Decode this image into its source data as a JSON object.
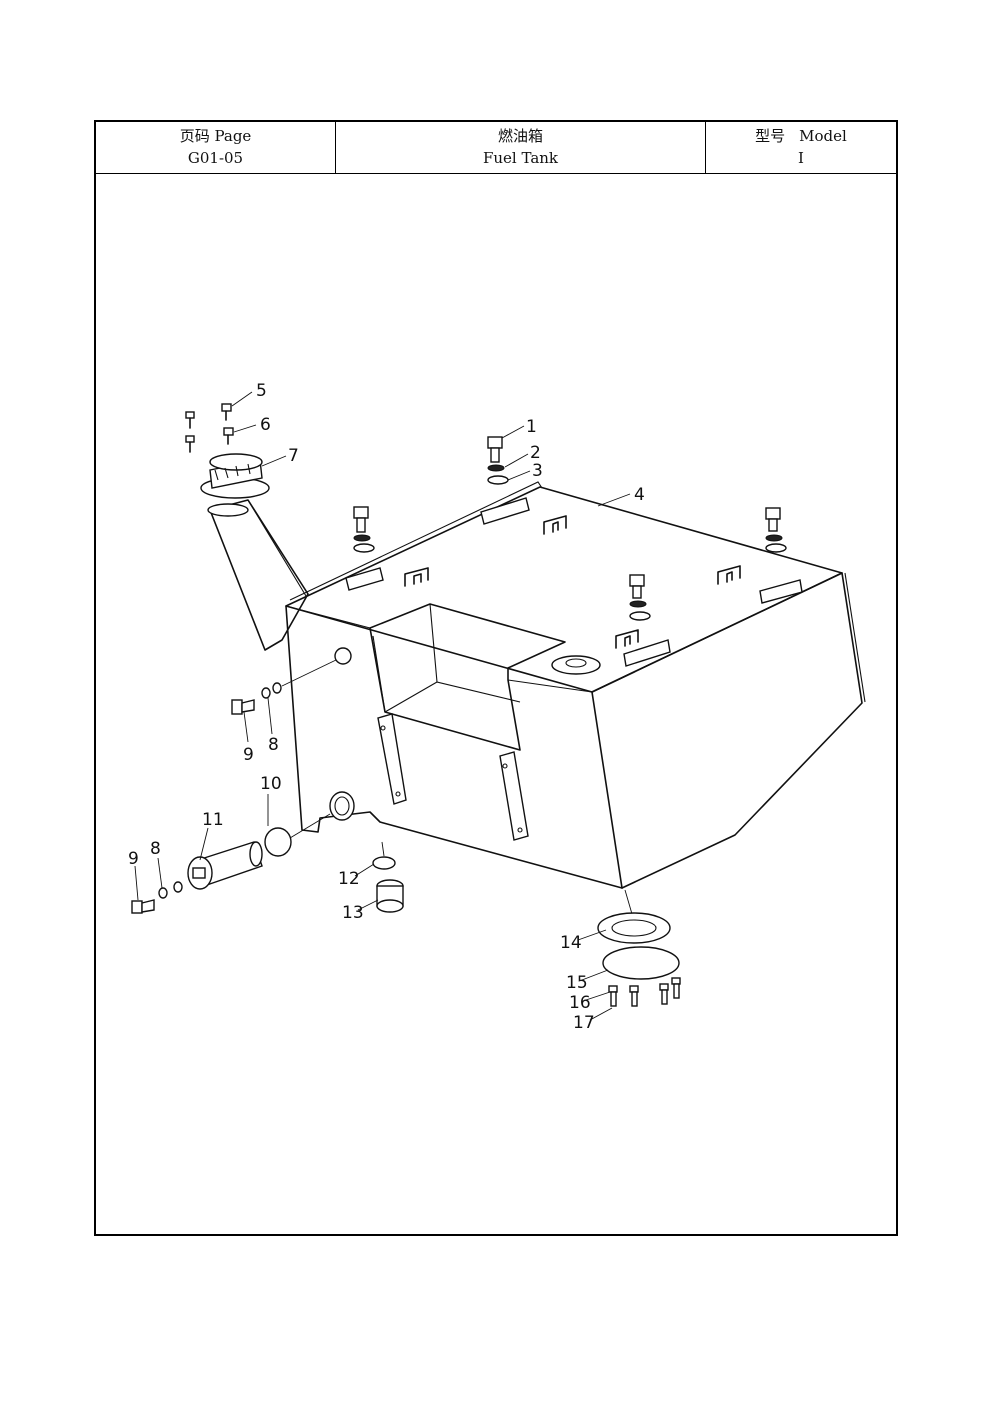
{
  "header": {
    "page_label": "页码 Page",
    "page_value": "G01-05",
    "title_cn": "燃油箱",
    "title_en": "Fuel Tank",
    "model_cn": "型号",
    "model_en": "Model",
    "model_value": "I"
  },
  "callouts": {
    "c1": "1",
    "c2": "2",
    "c3": "3",
    "c4": "4",
    "c5": "5",
    "c6": "6",
    "c7": "7",
    "c8a": "8",
    "c8b": "8",
    "c9a": "9",
    "c9b": "9",
    "c10": "10",
    "c11": "11",
    "c12": "12",
    "c13": "13",
    "c14": "14",
    "c15": "15",
    "c16": "16",
    "c17": "17"
  }
}
